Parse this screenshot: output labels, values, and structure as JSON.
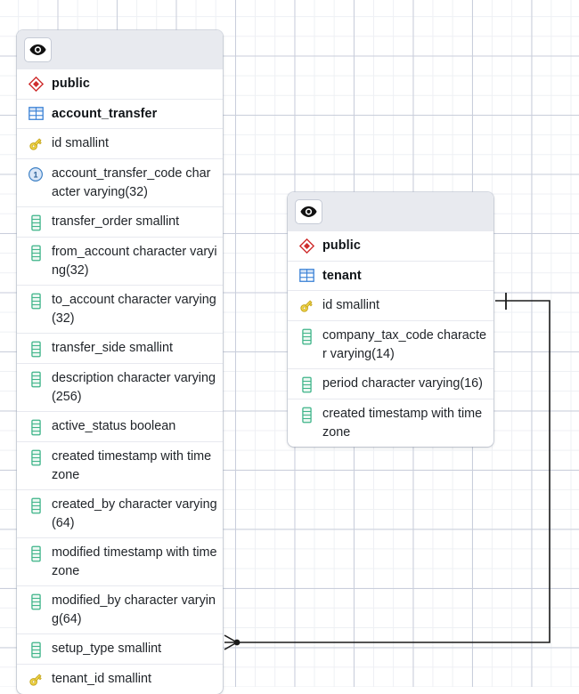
{
  "diagram": {
    "type": "er-diagram",
    "background": "grid",
    "grid_minor_color": "#eef0f4",
    "grid_major_color": "#c9cedb",
    "connector_color": "#1a1a1a"
  },
  "entities": [
    {
      "id": "account_transfer",
      "schema": "public",
      "table": "account_transfer",
      "visibility_icon": "eye-icon",
      "schema_icon": "schema-diamond-icon",
      "table_icon": "table-grid-icon",
      "columns": [
        {
          "icon": "key-icon",
          "label": "id smallint"
        },
        {
          "icon": "index-1-icon",
          "label": "account_transfer_code character varying(32)"
        },
        {
          "icon": "column-icon",
          "label": "transfer_order smallint"
        },
        {
          "icon": "column-icon",
          "label": "from_account character varying(32)"
        },
        {
          "icon": "column-icon",
          "label": "to_account character varying(32)"
        },
        {
          "icon": "column-icon",
          "label": "transfer_side smallint"
        },
        {
          "icon": "column-icon",
          "label": "description character varying(256)"
        },
        {
          "icon": "column-icon",
          "label": "active_status boolean"
        },
        {
          "icon": "column-icon",
          "label": "created timestamp with time zone"
        },
        {
          "icon": "column-icon",
          "label": "created_by character varying(64)"
        },
        {
          "icon": "column-icon",
          "label": "modified timestamp with time zone"
        },
        {
          "icon": "column-icon",
          "label": "modified_by character varying(64)"
        },
        {
          "icon": "column-icon",
          "label": "setup_type smallint"
        },
        {
          "icon": "key-icon",
          "label": "tenant_id smallint"
        }
      ]
    },
    {
      "id": "tenant",
      "schema": "public",
      "table": "tenant",
      "visibility_icon": "eye-icon",
      "schema_icon": "schema-diamond-icon",
      "table_icon": "table-grid-icon",
      "columns": [
        {
          "icon": "key-icon",
          "label": "id smallint"
        },
        {
          "icon": "column-icon",
          "label": "company_tax_code character varying(14)"
        },
        {
          "icon": "column-icon",
          "label": "period character varying(16)"
        },
        {
          "icon": "column-icon",
          "label": "created timestamp with time zone"
        }
      ]
    }
  ],
  "relationship": {
    "from_entity": "account_transfer",
    "from_column": "tenant_id smallint",
    "to_entity": "tenant",
    "to_column": "id smallint",
    "from_cardinality": "many",
    "to_cardinality": "one",
    "notation": "crows-foot"
  },
  "colors": {
    "key_icon": "#e8c825",
    "column_icon": "#3eb489",
    "schema_icon": "#d03030",
    "table_icon": "#3b82d6",
    "index_icon": "#3b82d6",
    "header_bg": "#e8eaef",
    "panel_bg": "#ffffff",
    "text": "#1f2328"
  }
}
